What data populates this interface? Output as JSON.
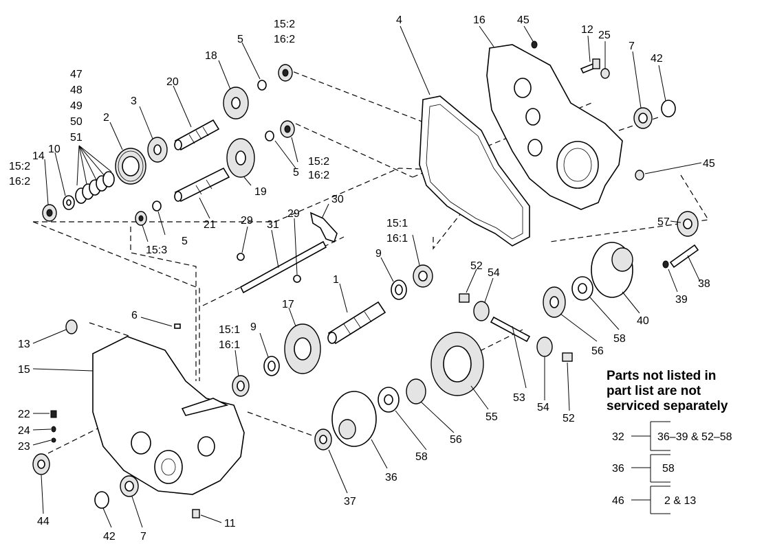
{
  "labels": {
    "l4": "4",
    "l16": "16",
    "l45a": "45",
    "l12": "12",
    "l25": "25",
    "l7a": "7",
    "l42a": "42",
    "l47": "47",
    "l48": "48",
    "l49": "49",
    "l50": "50",
    "l51": "51",
    "l18": "18",
    "l5a": "5",
    "l15_2a": "15:2",
    "l16_2a": "16:2",
    "l20": "20",
    "l3": "3",
    "l2": "2",
    "l14": "14",
    "l10": "10",
    "l15_2b": "15:2",
    "l16_2b": "16:2",
    "l5b": "5",
    "l15_2c": "15:2",
    "l16_2c": "16:2",
    "l19": "19",
    "l21": "21",
    "l5c": "5",
    "l15_3": "15:3",
    "l29a": "29",
    "l31": "31",
    "l29b": "29",
    "l30": "30",
    "l15_1a": "15:1",
    "l16_1a": "16:1",
    "l9a": "9",
    "l1": "1",
    "l45b": "45",
    "l57": "57",
    "l38": "38",
    "l39": "39",
    "l40": "40",
    "l52a": "52",
    "l54a": "54",
    "l56a": "56",
    "l58a": "58",
    "l6": "6",
    "l17": "17",
    "l15_1b": "15:1",
    "l16_1b": "16:1",
    "l9b": "9",
    "l13": "13",
    "l15": "15",
    "l22": "22",
    "l24": "24",
    "l23": "23",
    "l53": "53",
    "l54b": "54",
    "l52b": "52",
    "l55": "55",
    "l56b": "56",
    "l58b": "58",
    "l36": "36",
    "l37": "37",
    "l44": "44",
    "l42b": "42",
    "l7b": "7",
    "l11": "11"
  },
  "note": {
    "line1": "Parts not listed in",
    "line2": "part list are not",
    "line3": "serviced separately"
  },
  "key": [
    {
      "part": "32",
      "includes": "36–39 & 52–58"
    },
    {
      "part": "36",
      "includes": "58"
    },
    {
      "part": "46",
      "includes": "2 & 13"
    }
  ]
}
